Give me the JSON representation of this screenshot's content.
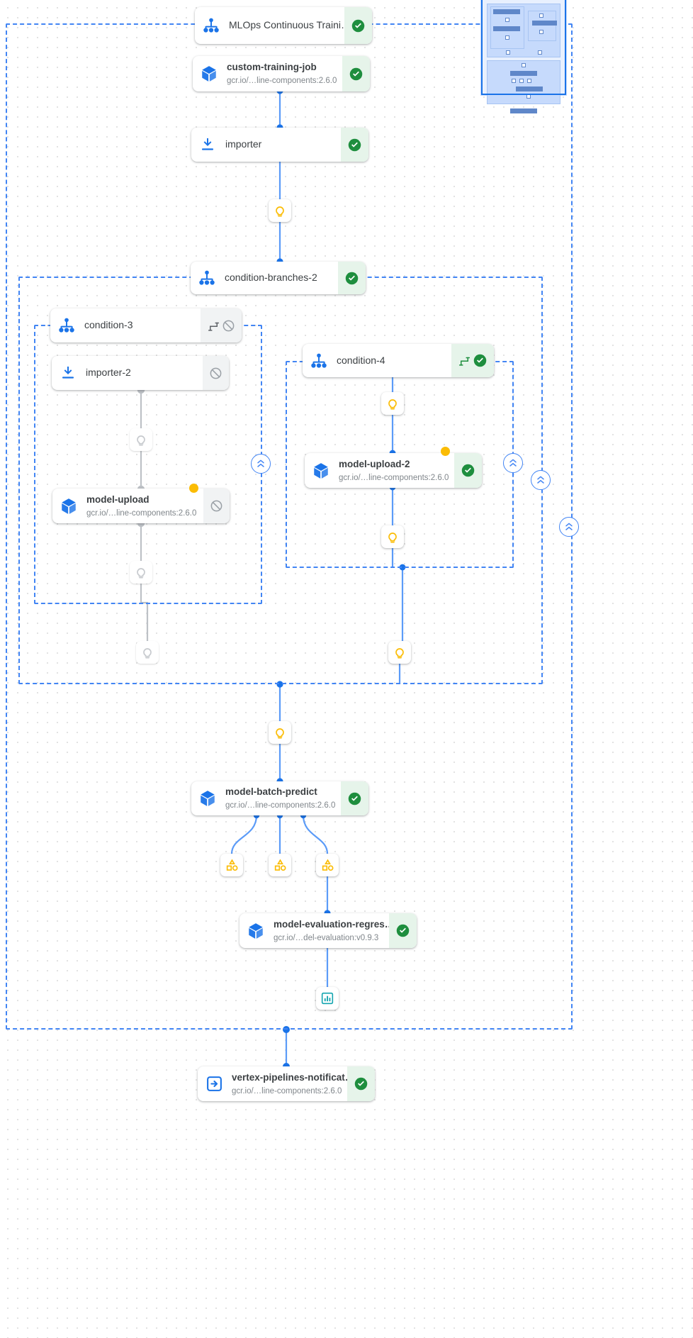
{
  "app": {
    "view": "pipeline-dag",
    "colors": {
      "accent": "#1a73e8",
      "edge_active": "#5b9bf8",
      "edge_muted": "#bdc1c6",
      "group_border": "#4285f4",
      "status_success_bg": "#e6f4ea",
      "status_success_fg": "#1e8e3e",
      "status_skipped_fg": "#9aa0a6",
      "param_icon": "#fbbc04",
      "artifact_icon": "#fbbc04",
      "metric_icon": "#12a4af"
    }
  },
  "nodes": {
    "root": {
      "title": "MLOps Continuous Traini…",
      "icon": "dag-icon",
      "status": "success"
    },
    "custom_training_job": {
      "title": "custom-training-job",
      "subtitle": "gcr.io/…line-components:2.6.0",
      "icon": "component-icon",
      "status": "success"
    },
    "importer": {
      "title": "importer",
      "icon": "importer-icon",
      "status": "success"
    },
    "condition_branches_2": {
      "title": "condition-branches-2",
      "icon": "dag-icon",
      "status": "success"
    },
    "condition_3": {
      "title": "condition-3",
      "icon": "dag-icon",
      "status": "skipped",
      "has_branch_icon": true
    },
    "importer_2": {
      "title": "importer-2",
      "icon": "importer-icon",
      "status": "skipped"
    },
    "model_upload": {
      "title": "model-upload",
      "subtitle": "gcr.io/…line-components:2.6.0",
      "icon": "component-icon",
      "status": "skipped",
      "has_param_dot": true
    },
    "condition_4": {
      "title": "condition-4",
      "icon": "dag-icon",
      "status": "success",
      "has_branch_icon": true
    },
    "model_upload_2": {
      "title": "model-upload-2",
      "subtitle": "gcr.io/…line-components:2.6.0",
      "icon": "component-icon",
      "status": "success",
      "has_param_dot": true
    },
    "model_batch_predict": {
      "title": "model-batch-predict",
      "subtitle": "gcr.io/…line-components:2.6.0",
      "icon": "component-icon",
      "status": "success"
    },
    "model_evaluation_regression": {
      "title": "model-evaluation-regres…",
      "subtitle": "gcr.io/…del-evaluation:v0.9.3",
      "icon": "component-icon",
      "status": "success"
    },
    "vertex_pipelines_notification": {
      "title": "vertex-pipelines-notificat…",
      "subtitle": "gcr.io/…line-components:2.6.0",
      "icon": "exit-handler-icon",
      "status": "success"
    }
  },
  "chips": [
    {
      "id": "param-after-importer",
      "icon": "parameter-icon",
      "state": "active"
    },
    {
      "id": "param-under-importer-2",
      "icon": "parameter-icon",
      "state": "muted"
    },
    {
      "id": "param-under-model-upload",
      "icon": "parameter-icon",
      "state": "muted"
    },
    {
      "id": "param-condition-3-out",
      "icon": "parameter-icon",
      "state": "muted"
    },
    {
      "id": "param-above-model-upload-2",
      "icon": "parameter-icon",
      "state": "active"
    },
    {
      "id": "param-below-model-upload-2",
      "icon": "parameter-icon",
      "state": "active"
    },
    {
      "id": "param-condition-4-out",
      "icon": "parameter-icon",
      "state": "active"
    },
    {
      "id": "param-branches-out",
      "icon": "parameter-icon",
      "state": "active"
    },
    {
      "id": "artifact-batch-predict-1",
      "icon": "artifact-icon",
      "state": "active"
    },
    {
      "id": "artifact-batch-predict-2",
      "icon": "artifact-icon",
      "state": "active"
    },
    {
      "id": "artifact-batch-predict-3",
      "icon": "artifact-icon",
      "state": "active"
    },
    {
      "id": "metrics-evaluation",
      "icon": "metrics-icon",
      "state": "active"
    }
  ],
  "collapse_buttons": [
    {
      "id": "collapse-condition-3",
      "icon": "collapse-icon"
    },
    {
      "id": "collapse-condition-4",
      "icon": "collapse-icon"
    },
    {
      "id": "collapse-condition-branches",
      "icon": "collapse-icon"
    },
    {
      "id": "collapse-root-dag",
      "icon": "collapse-icon"
    }
  ],
  "minimap": {
    "label": "minimap"
  }
}
